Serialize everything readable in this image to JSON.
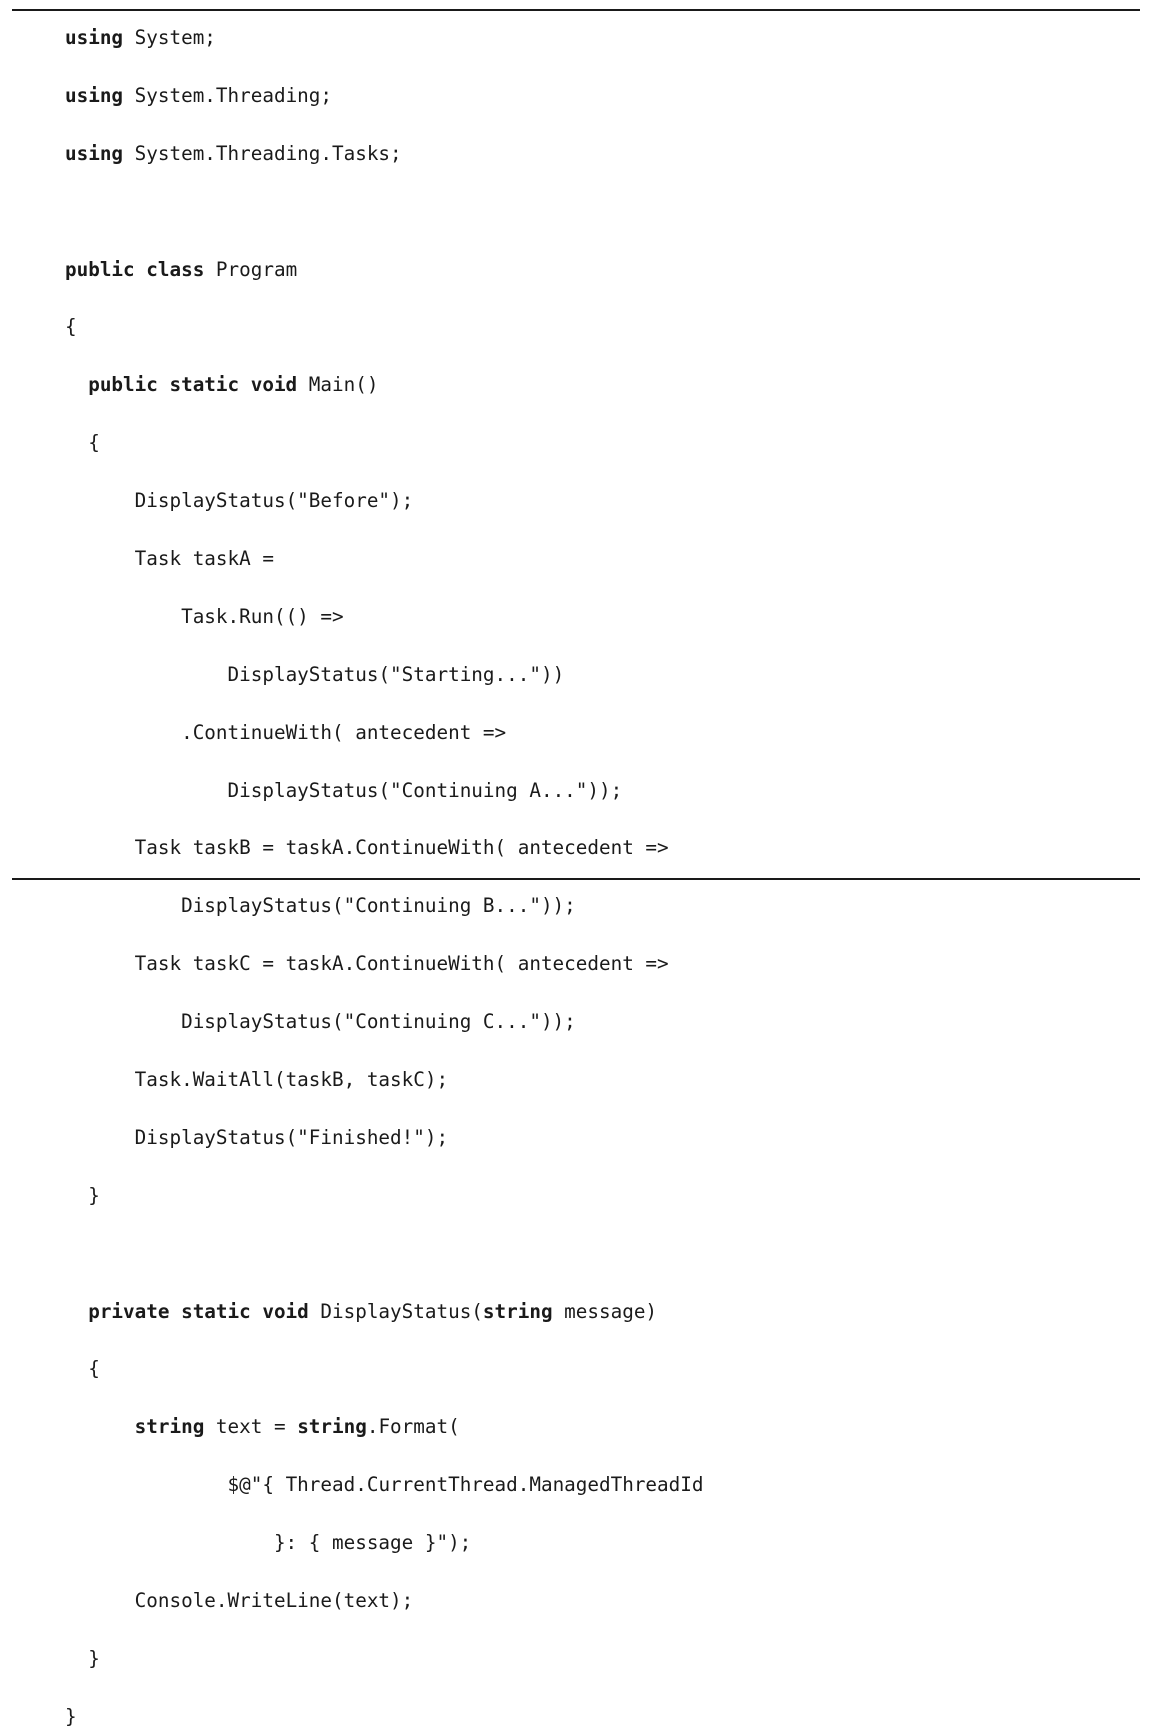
{
  "document": {
    "kind": "code-listing",
    "language": "csharp",
    "colors": {
      "text": "#1a1a1a",
      "background": "#ffffff",
      "rule": "#1a1a1a"
    },
    "rules": {
      "top": true,
      "bottom": true
    }
  },
  "code": {
    "lines": [
      {
        "indent": 0,
        "segments": [
          {
            "t": "using",
            "bold": true
          },
          {
            "t": " System;",
            "bold": false
          }
        ]
      },
      {
        "indent": 0,
        "segments": [
          {
            "t": "using",
            "bold": true
          },
          {
            "t": " System.Threading;",
            "bold": false
          }
        ]
      },
      {
        "indent": 0,
        "segments": [
          {
            "t": "using",
            "bold": true
          },
          {
            "t": " System.Threading.Tasks;",
            "bold": false
          }
        ]
      },
      {
        "indent": 0,
        "segments": [
          {
            "t": "",
            "bold": false
          }
        ]
      },
      {
        "indent": 0,
        "segments": [
          {
            "t": "public class",
            "bold": true
          },
          {
            "t": " Program",
            "bold": false
          }
        ]
      },
      {
        "indent": 0,
        "segments": [
          {
            "t": "{",
            "bold": false
          }
        ]
      },
      {
        "indent": 2,
        "segments": [
          {
            "t": "public static void",
            "bold": true
          },
          {
            "t": " Main()",
            "bold": false
          }
        ]
      },
      {
        "indent": 2,
        "segments": [
          {
            "t": "{",
            "bold": false
          }
        ]
      },
      {
        "indent": 6,
        "segments": [
          {
            "t": "DisplayStatus(\"Before\");",
            "bold": false
          }
        ]
      },
      {
        "indent": 6,
        "segments": [
          {
            "t": "Task taskA =",
            "bold": false
          }
        ]
      },
      {
        "indent": 10,
        "segments": [
          {
            "t": "Task.Run(() =>",
            "bold": false
          }
        ]
      },
      {
        "indent": 14,
        "segments": [
          {
            "t": "DisplayStatus(\"Starting...\"))",
            "bold": false
          }
        ]
      },
      {
        "indent": 10,
        "segments": [
          {
            "t": ".ContinueWith( antecedent =>",
            "bold": false
          }
        ]
      },
      {
        "indent": 14,
        "segments": [
          {
            "t": "DisplayStatus(\"Continuing A...\"));",
            "bold": false
          }
        ]
      },
      {
        "indent": 6,
        "segments": [
          {
            "t": "Task taskB = taskA.ContinueWith( antecedent =>",
            "bold": false
          }
        ]
      },
      {
        "indent": 10,
        "segments": [
          {
            "t": "DisplayStatus(\"Continuing B...\"));",
            "bold": false
          }
        ]
      },
      {
        "indent": 6,
        "segments": [
          {
            "t": "Task taskC = taskA.ContinueWith( antecedent =>",
            "bold": false
          }
        ]
      },
      {
        "indent": 10,
        "segments": [
          {
            "t": "DisplayStatus(\"Continuing C...\"));",
            "bold": false
          }
        ]
      },
      {
        "indent": 6,
        "segments": [
          {
            "t": "Task.WaitAll(taskB, taskC);",
            "bold": false
          }
        ]
      },
      {
        "indent": 6,
        "segments": [
          {
            "t": "DisplayStatus(\"Finished!\");",
            "bold": false
          }
        ]
      },
      {
        "indent": 2,
        "segments": [
          {
            "t": "}",
            "bold": false
          }
        ]
      },
      {
        "indent": 0,
        "segments": [
          {
            "t": "",
            "bold": false
          }
        ]
      },
      {
        "indent": 2,
        "segments": [
          {
            "t": "private static void",
            "bold": true
          },
          {
            "t": " DisplayStatus(",
            "bold": false
          },
          {
            "t": "string",
            "bold": true
          },
          {
            "t": " message)",
            "bold": false
          }
        ]
      },
      {
        "indent": 2,
        "segments": [
          {
            "t": "{",
            "bold": false
          }
        ]
      },
      {
        "indent": 6,
        "segments": [
          {
            "t": "string",
            "bold": true
          },
          {
            "t": " text = ",
            "bold": false
          },
          {
            "t": "string",
            "bold": true
          },
          {
            "t": ".Format(",
            "bold": false
          }
        ]
      },
      {
        "indent": 14,
        "segments": [
          {
            "t": "$@\"{ Thread.CurrentThread.ManagedThreadId",
            "bold": false
          }
        ]
      },
      {
        "indent": 18,
        "segments": [
          {
            "t": "}: { message }\");",
            "bold": false
          }
        ]
      },
      {
        "indent": 6,
        "segments": [
          {
            "t": "Console.WriteLine(text);",
            "bold": false
          }
        ]
      },
      {
        "indent": 2,
        "segments": [
          {
            "t": "}",
            "bold": false
          }
        ]
      },
      {
        "indent": 0,
        "segments": [
          {
            "t": "}",
            "bold": false
          }
        ]
      }
    ]
  }
}
